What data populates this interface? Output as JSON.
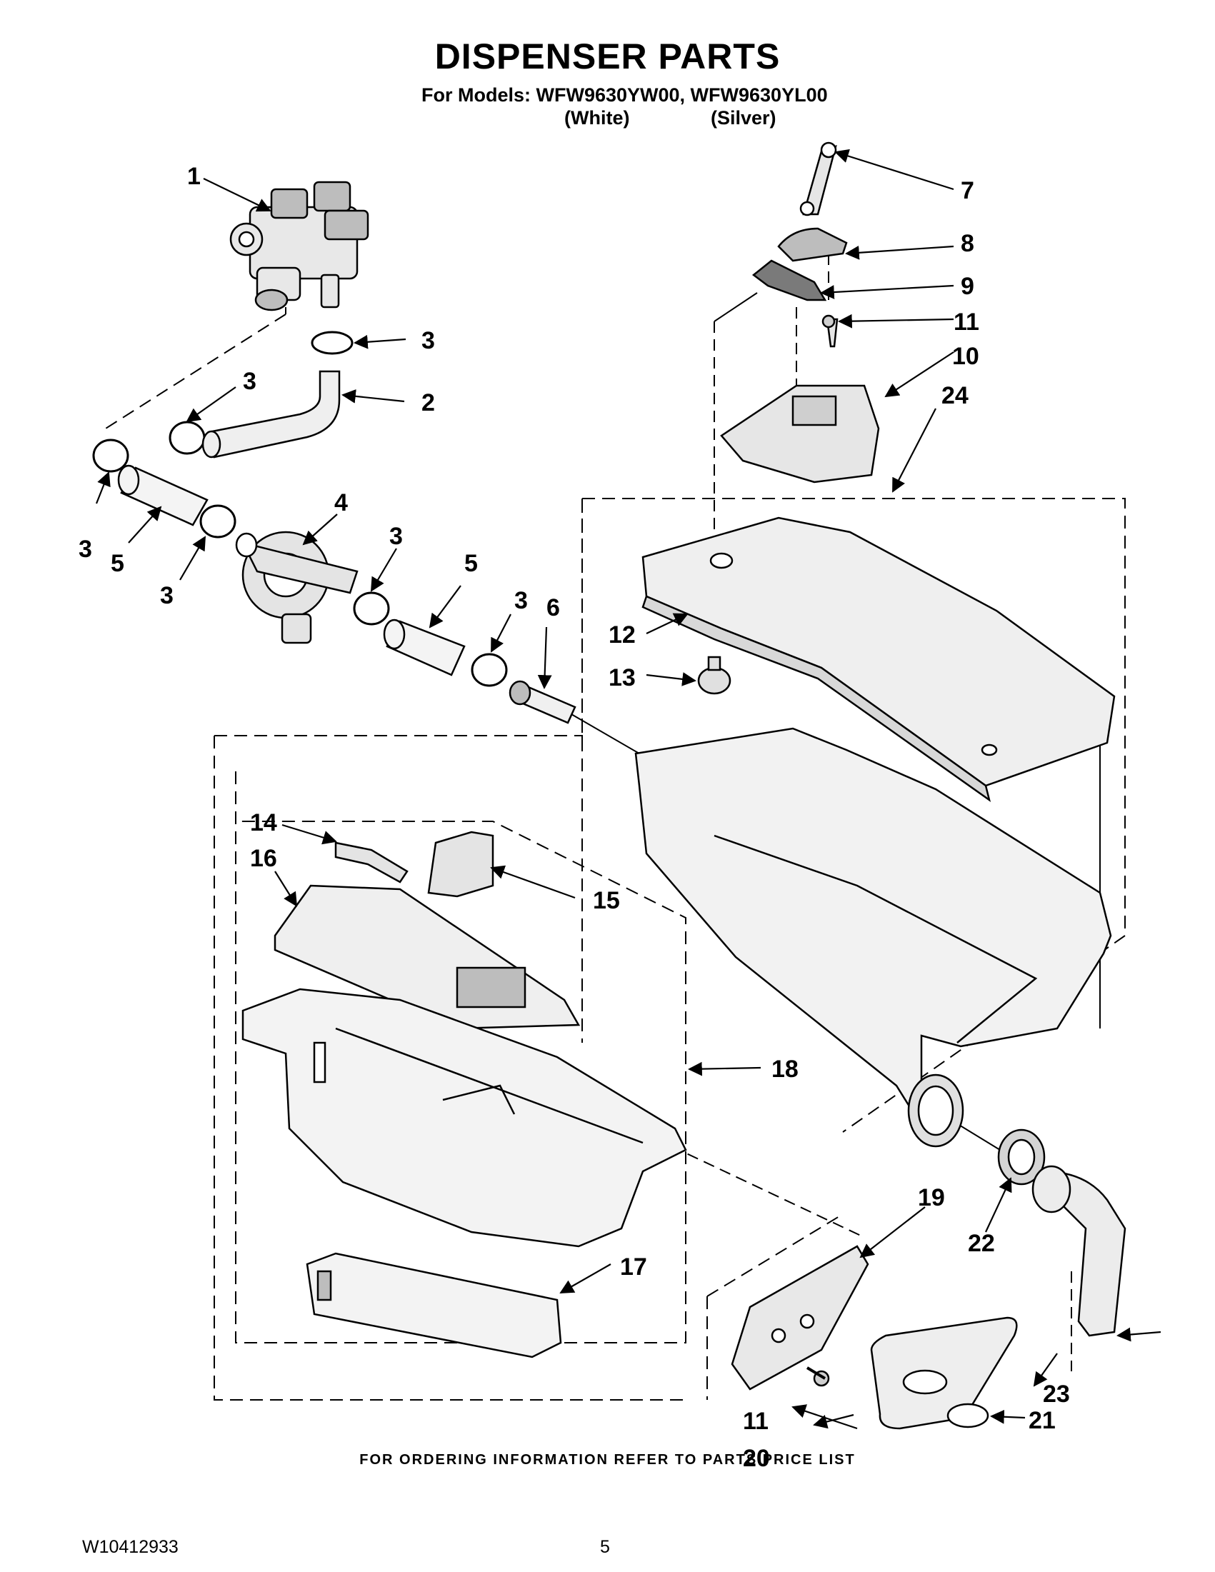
{
  "header": {
    "title": "DISPENSER PARTS",
    "models_line": "For Models: WFW9630YW00, WFW9630YL00",
    "color_white": "(White)",
    "color_silver": "(Silver)"
  },
  "callouts": [
    "1",
    "2",
    "3",
    "3",
    "3",
    "3",
    "3",
    "3",
    "3",
    "4",
    "5",
    "5",
    "6",
    "7",
    "8",
    "9",
    "10",
    "11",
    "11",
    "12",
    "13",
    "14",
    "15",
    "16",
    "17",
    "18",
    "19",
    "20",
    "21",
    "22",
    "23",
    "24"
  ],
  "footer": {
    "ordering_note": "FOR ORDERING INFORMATION REFER TO PARTS PRICE LIST",
    "document_number": "W10412933",
    "page_number": "5"
  }
}
